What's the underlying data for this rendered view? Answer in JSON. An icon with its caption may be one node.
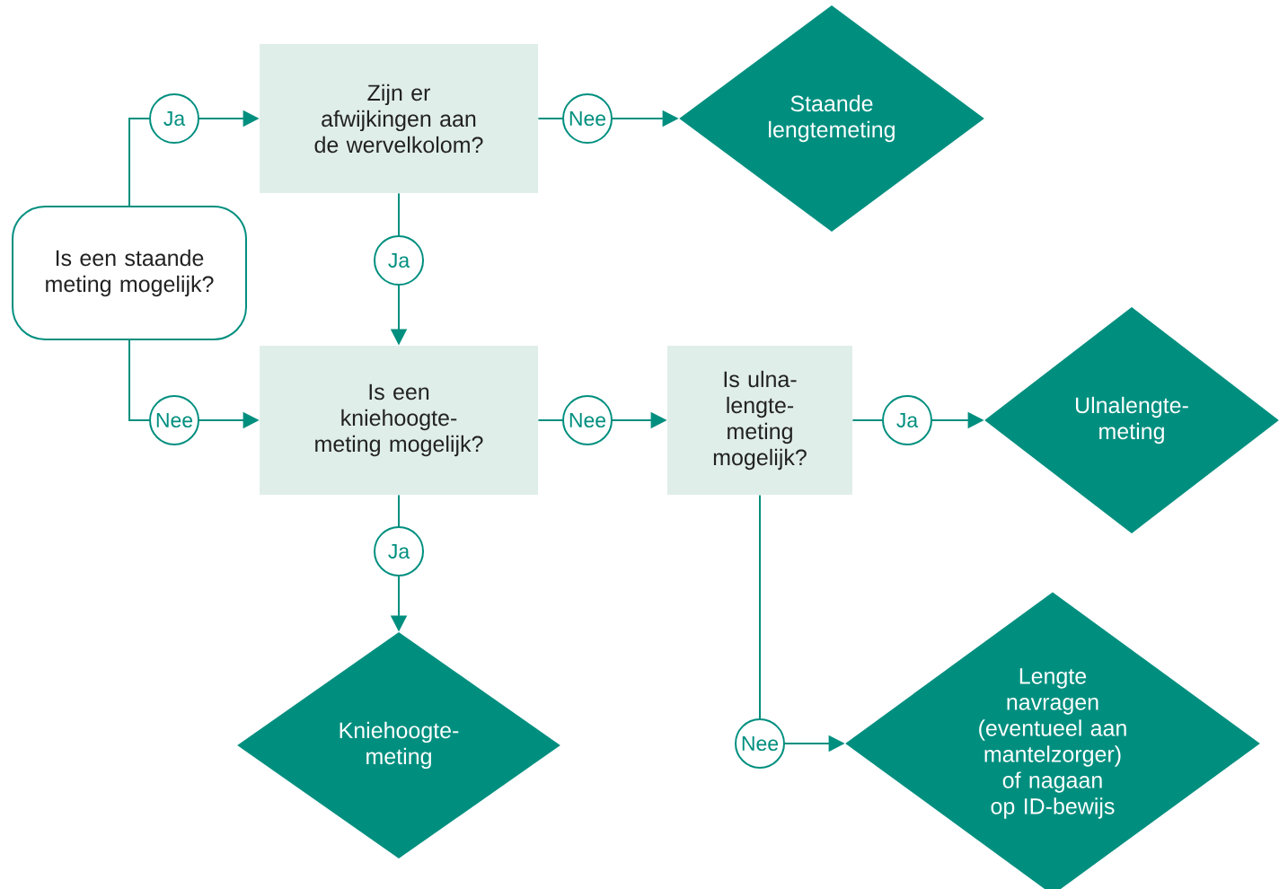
{
  "diagram": {
    "nodes": [
      {
        "text": [
          "Is een staande meting mogelijk?"
        ]
      },
      {
        "text": [
          "Zijn er afwijkingen aan de wervelkolom?"
        ]
      },
      {
        "text": [
          "Staande lengtemeting"
        ]
      },
      {
        "text": [
          "Is een kniehoogte-meting mogelijk?"
        ]
      },
      {
        "text": [
          "Is ulna-lengte-meting mogelijk?"
        ]
      },
      {
        "text": [
          "Ulnalengte-meting"
        ]
      },
      {
        "text": [
          "Kniehoogte-meting"
        ]
      },
      {
        "text": [
          "Lengte navragen (eventueel aan mantelzorger) of nagaan op ID-bewijs"
        ]
      }
    ],
    "edges": [
      {
        "from": 0,
        "to": 1,
        "arrow": "to",
        "label": "Ja"
      },
      {
        "from": 0,
        "to": 3,
        "arrow": "to",
        "label": "Nee"
      },
      {
        "from": 1,
        "to": 2,
        "arrow": "to",
        "label": "Nee"
      },
      {
        "from": 1,
        "to": 3,
        "arrow": "to",
        "label": "Ja"
      },
      {
        "from": 3,
        "to": 4,
        "arrow": "to",
        "label": "Nee"
      },
      {
        "from": 4,
        "to": 5,
        "arrow": "to",
        "label": "Ja"
      },
      {
        "from": 3,
        "to": 6,
        "arrow": "to",
        "label": "Ja"
      },
      {
        "from": 4,
        "to": 7,
        "arrow": "to",
        "label": "Nee"
      }
    ]
  }
}
